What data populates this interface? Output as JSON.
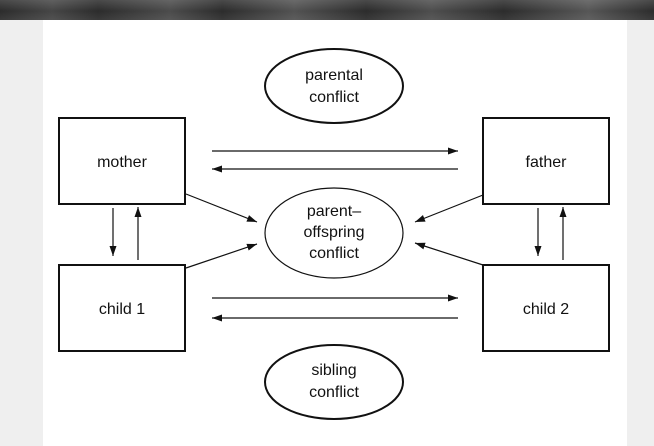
{
  "diagram": {
    "nodes": {
      "mother": "mother",
      "father": "father",
      "child1": "child 1",
      "child2": "child 2"
    },
    "conflicts": {
      "parental": [
        "parental",
        "conflict"
      ],
      "parent_offspring": [
        "parent–",
        "offspring",
        "conflict"
      ],
      "sibling": [
        "sibling",
        "conflict"
      ]
    }
  }
}
